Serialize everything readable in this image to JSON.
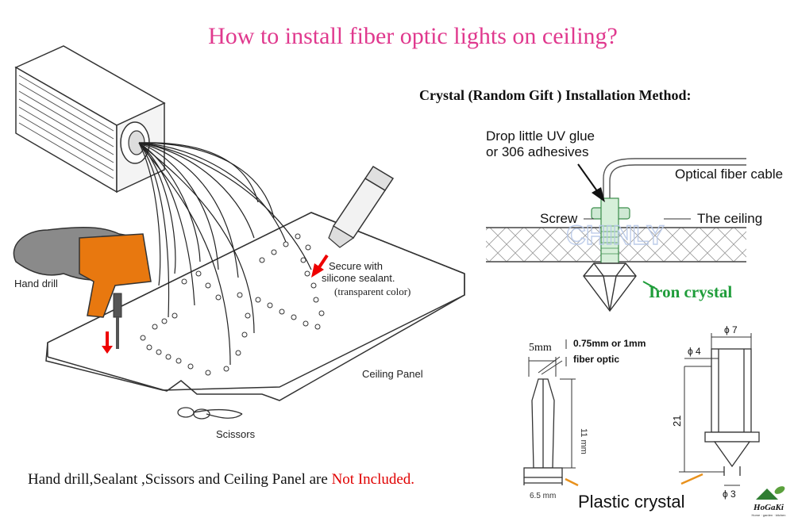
{
  "title": "How to install fiber optic lights on ceiling?",
  "left_diagram": {
    "hand_drill": "Hand drill",
    "secure_line1": "Secure with",
    "secure_line2": "silicone sealant.",
    "secure_note": "(transparent color)",
    "ceiling_panel": "Ceiling Panel",
    "scissors": "Scissors"
  },
  "crystal_method": {
    "heading": "Crystal (Random Gift ) Installation Method:",
    "glue_line1": "Drop little UV glue",
    "glue_line2": "or 306 adhesives",
    "optical_fiber": "Optical fiber cable",
    "screw": "Screw",
    "ceiling": "The ceiling",
    "iron_crystal": "Iron crystal",
    "watermark": "CHINLY"
  },
  "plastic_crystal": {
    "dim_5mm": "5mm",
    "fiber_size": "0.75mm or 1mm",
    "fiber_optic": "fiber optic",
    "dim_11mm": "11 mm",
    "dim_65mm": "6.5 mm",
    "label": "Plastic crystal"
  },
  "spec_drawing": {
    "phi7": "ϕ 7",
    "phi4": "ϕ 4",
    "len21": "21",
    "phi3": "ϕ 3"
  },
  "footer": {
    "text_main": "Hand drill,Sealant ,Scissors and Ceiling Panel are ",
    "text_red": "Not Included."
  },
  "logo": {
    "name": "HoGaKi",
    "tagline": "Home · garden · kitchen"
  },
  "colors": {
    "title": "#e0398e",
    "not_included": "#e00000",
    "iron_crystal": "#1f9d3a",
    "pointer_orange": "#e8911c",
    "drill_orange": "#e8780f"
  }
}
